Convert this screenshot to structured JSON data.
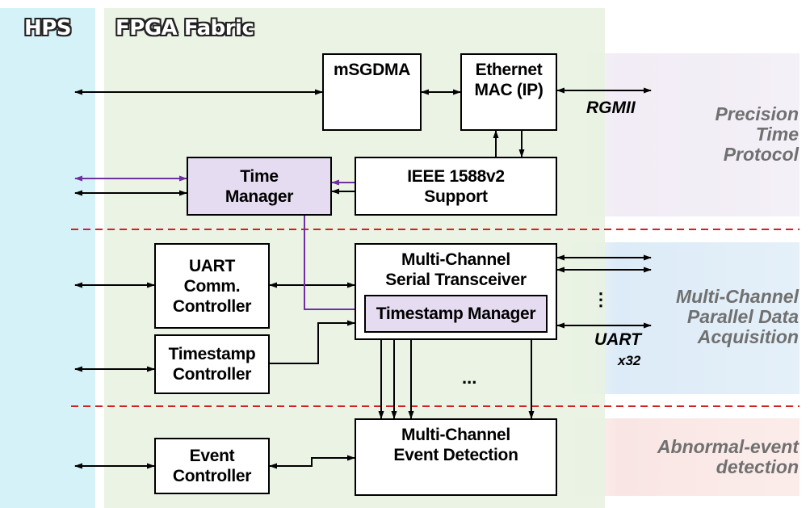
{
  "regions": {
    "hps_label": "HPS",
    "fpga_label": "FPGA Fabric"
  },
  "sections": {
    "ptp": "Precision\nTime\nProtocol",
    "acq": "Multi-Channel\nParallel Data\nAcquisition",
    "abn": "Abnormal-event\ndetection"
  },
  "blocks": {
    "msgdma": "mSGDMA",
    "ethernet_mac": "Ethernet\nMAC (IP)",
    "ieee1588": "IEEE 1588v2\nSupport",
    "time_manager": "Time\nManager",
    "uart_comm": "UART\nComm.\nController",
    "mc_serial": "Multi-Channel\nSerial Transceiver",
    "timestamp_manager": "Timestamp Manager",
    "timestamp_controller": "Timestamp\nController",
    "event_controller": "Event\nController",
    "mc_event": "Multi-Channel\nEvent Detection"
  },
  "labels": {
    "rgmii": "RGMII",
    "uart": "UART",
    "x32": "x32",
    "vdots": "⋮",
    "hdots": "..."
  },
  "colors": {
    "hps_bg": "#d4f2f8",
    "fpga_bg": "#e8f2e2",
    "ptp_bg": "#f1ecf5",
    "acq_bg": "#e2eef8",
    "abn_bg": "#f9e8e6",
    "purple": "#7030a0",
    "divider": "#d42020"
  }
}
